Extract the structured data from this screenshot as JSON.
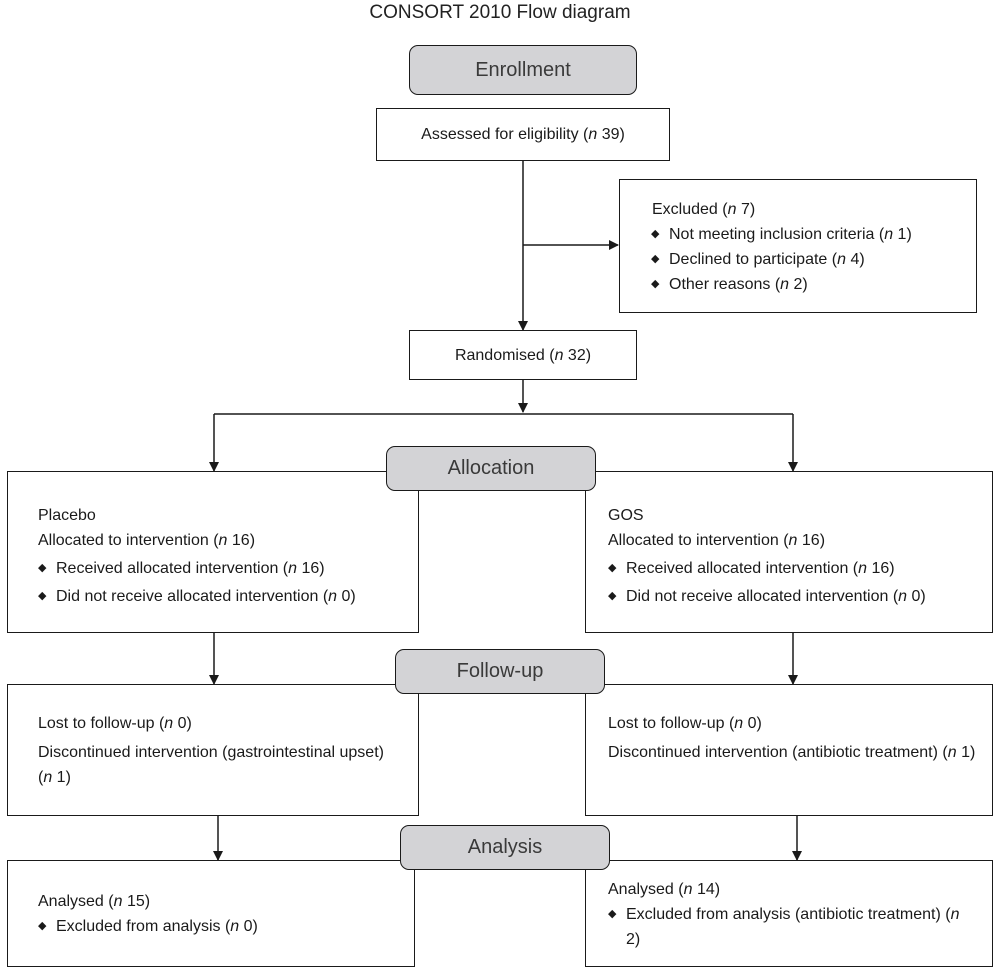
{
  "title": "CONSORT 2010 Flow diagram",
  "stages": {
    "enrollment": "Enrollment",
    "allocation": "Allocation",
    "followup": "Follow-up",
    "analysis": "Analysis"
  },
  "assessed": {
    "label": "Assessed for eligibility (",
    "n": "n",
    "value": " 39)"
  },
  "excluded": {
    "head": {
      "label": "Excluded (",
      "n": "n",
      "value": " 7)"
    },
    "items": [
      {
        "label": "Not meeting inclusion criteria (",
        "n": "n",
        "value": " 1)"
      },
      {
        "label": "Declined to participate (",
        "n": "n",
        "value": " 4)"
      },
      {
        "label": "Other reasons (",
        "n": "n",
        "value": " 2)"
      }
    ]
  },
  "randomised": {
    "label": "Randomised (",
    "n": "n",
    "value": " 32)"
  },
  "arms": {
    "placebo": {
      "name": "Placebo",
      "allocated": {
        "label": "Allocated to intervention (",
        "n": "n",
        "value": " 16)"
      },
      "received": {
        "label": "Received allocated intervention (",
        "n": "n",
        "value": " 16)"
      },
      "not_received": {
        "label": "Did not receive allocated intervention (",
        "n": "n",
        "value": " 0)"
      },
      "lost": {
        "label": "Lost to follow-up (",
        "n": "n",
        "value": " 0)"
      },
      "discontinued": {
        "label": "Discontinued intervention (gastrointestinal upset) (",
        "n": "n",
        "value": " 1)"
      },
      "analysed": {
        "label": "Analysed (",
        "n": "n",
        "value": " 15)"
      },
      "excluded_analysis": {
        "label": "Excluded from analysis (",
        "n": "n",
        "value": " 0)"
      }
    },
    "gos": {
      "name": "GOS",
      "allocated": {
        "label": "Allocated to intervention (",
        "n": "n",
        "value": " 16)"
      },
      "received": {
        "label": "Received allocated intervention (",
        "n": "n",
        "value": " 16)"
      },
      "not_received": {
        "label": "Did not receive allocated intervention (",
        "n": "n",
        "value": " 0)"
      },
      "lost": {
        "label": "Lost to follow-up (",
        "n": "n",
        "value": " 0)"
      },
      "discontinued": {
        "label": "Discontinued intervention (antibiotic treatment) (",
        "n": "n",
        "value": " 1)"
      },
      "analysed": {
        "label": "Analysed (",
        "n": "n",
        "value": " 14)"
      },
      "excluded_analysis": {
        "label": "Excluded from analysis (antibiotic treatment) (",
        "n": "n",
        "value": " 2)"
      }
    }
  },
  "colors": {
    "stage_fill": "#d3d3d6",
    "line": "#1a1a1a"
  }
}
